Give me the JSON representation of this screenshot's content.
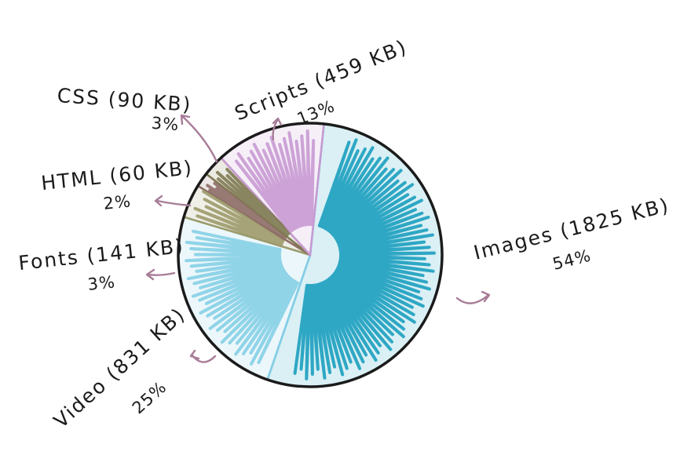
{
  "chart_data": {
    "type": "pie",
    "title": "",
    "slices": [
      {
        "label": "Images (1825 KB)",
        "percent_label": "54%",
        "size_kb": 1825,
        "percent": 54,
        "color": "#1b9fbf"
      },
      {
        "label": "Video (831 KB)",
        "percent_label": "25%",
        "size_kb": 831,
        "percent": 25,
        "color": "#86cfe6"
      },
      {
        "label": "Fonts (141 KB)",
        "percent_label": "3%",
        "size_kb": 141,
        "percent": 3,
        "color": "#9c9a6a"
      },
      {
        "label": "HTML (60 KB)",
        "percent_label": "2%",
        "size_kb": 60,
        "percent": 2,
        "color": "#8e6e67"
      },
      {
        "label": "CSS (90 KB)",
        "percent_label": "3%",
        "size_kb": 90,
        "percent": 3,
        "color": "#7f7a52"
      },
      {
        "label": "Scripts (459 KB)",
        "percent_label": "13%",
        "size_kb": 459,
        "percent": 13,
        "color": "#c99ad3"
      }
    ],
    "legend": "none",
    "arrow_color": "#a77d97",
    "outline_color": "#1b1b1b"
  }
}
